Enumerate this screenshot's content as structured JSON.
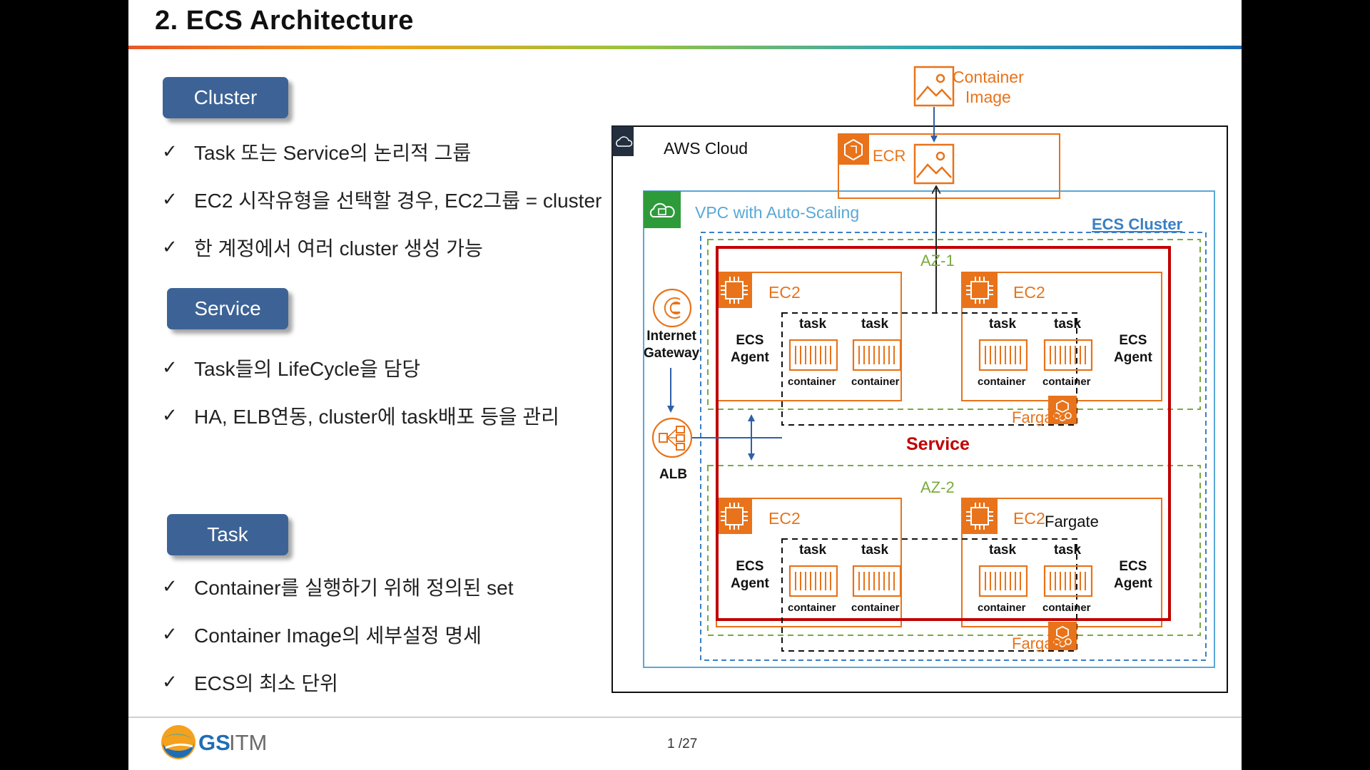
{
  "slide": {
    "title": "2. ECS Architecture",
    "page": "1 /27",
    "logo": {
      "brand": "GS",
      "suffix": "ITM"
    }
  },
  "sections": [
    {
      "id": "cluster",
      "label": "Cluster",
      "bullets": [
        "Task 또는 Service의 논리적 그룹",
        "EC2 시작유형을 선택할 경우, EC2그룹 = cluster",
        "한 계정에서 여러 cluster 생성 가능"
      ]
    },
    {
      "id": "service",
      "label": "Service",
      "bullets": [
        "Task들의 LifeCycle을 담당",
        "HA, ELB연동, cluster에 task배포 등을 관리"
      ]
    },
    {
      "id": "task",
      "label": "Task",
      "bullets": [
        "Container를 실행하기 위해 정의된 set",
        "Container Image의 세부설정 명세",
        "ECS의 최소 단위"
      ]
    }
  ],
  "check_mark": "✓",
  "diagram": {
    "container_image": [
      "Container",
      "Image"
    ],
    "aws_cloud": "AWS Cloud",
    "ecr": "ECR",
    "vpc": "VPC with Auto-Scaling",
    "ecs_cluster": "ECS Cluster",
    "internet_gateway": [
      "Internet",
      "Gateway"
    ],
    "alb": "ALB",
    "service": "Service",
    "az1": "AZ-1",
    "az2": "AZ-2",
    "ec2": "EC2",
    "ecs_agent": [
      "ECS",
      "Agent"
    ],
    "task": "task",
    "container": "container",
    "fargate": "Fargate"
  },
  "colors": {
    "title_gradient": [
      "#e9572a",
      "#f4a11d",
      "#9bc33e",
      "#37a7b1",
      "#1f6db5"
    ],
    "button_blue": "#3d6396",
    "aws_orange": "#e8731a",
    "vpc_blue": "#58a8d6",
    "az_green": "#7aab3e",
    "service_red": "#c00000",
    "arrow_blue": "#2f5fa8"
  },
  "icons": [
    "aws-cloud-icon",
    "vpc-lock-icon",
    "ecr-icon",
    "image-icon",
    "ec2-chip-icon",
    "fargate-icon",
    "internet-gateway-icon",
    "alb-icon",
    "container-icon"
  ]
}
